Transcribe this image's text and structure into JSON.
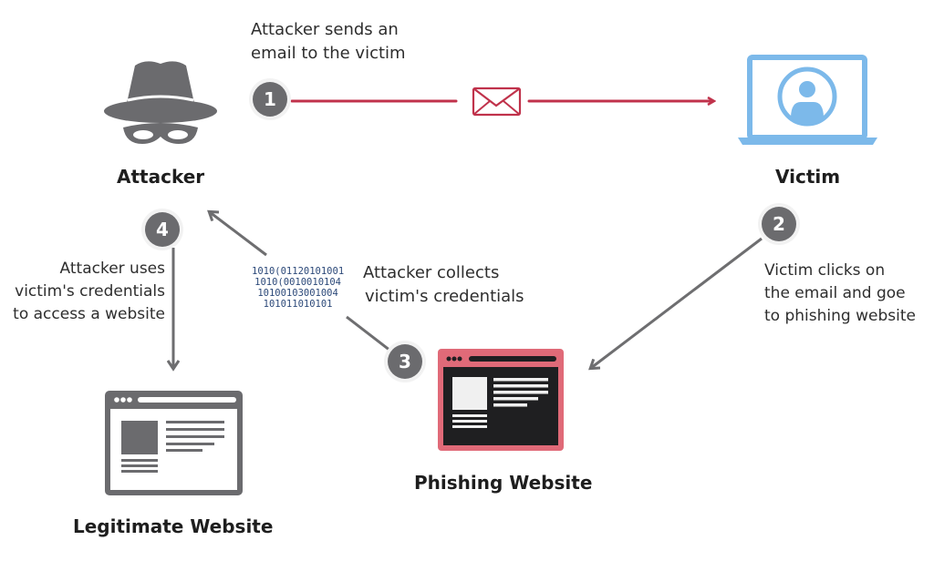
{
  "title": "Phishing attack flow",
  "colors": {
    "attacker_gray": "#6b6b6e",
    "victim_blue": "#7cb9ea",
    "email_red": "#c0324b",
    "phishing_pink": "#e06a78",
    "phishing_dark": "#1f1f21",
    "binary_blue": "#2d4a7a"
  },
  "nodes": {
    "attacker": {
      "label": "Attacker",
      "icon": "spy-hat-mask-icon"
    },
    "victim": {
      "label": "Victim",
      "icon": "laptop-user-icon"
    },
    "phishing": {
      "label": "Phishing Website",
      "icon": "browser-window-icon"
    },
    "legitimate": {
      "label": "Legitimate Website",
      "icon": "browser-window-icon"
    }
  },
  "steps": [
    {
      "number": "1",
      "lines": [
        "Attacker sends an",
        "email to the victim"
      ],
      "icon": "envelope-icon"
    },
    {
      "number": "2",
      "lines": [
        "Victim clicks on",
        "the email and goe",
        "to phishing website"
      ]
    },
    {
      "number": "3",
      "lines": [
        "Attacker collects",
        "victim's credentials"
      ]
    },
    {
      "number": "4",
      "lines": [
        "Attacker uses",
        "victim's credentials",
        "to access a website"
      ]
    }
  ],
  "binary": [
    "1010(01120101001",
    "1010(0010010104",
    "10100103001004",
    "101011010101"
  ]
}
